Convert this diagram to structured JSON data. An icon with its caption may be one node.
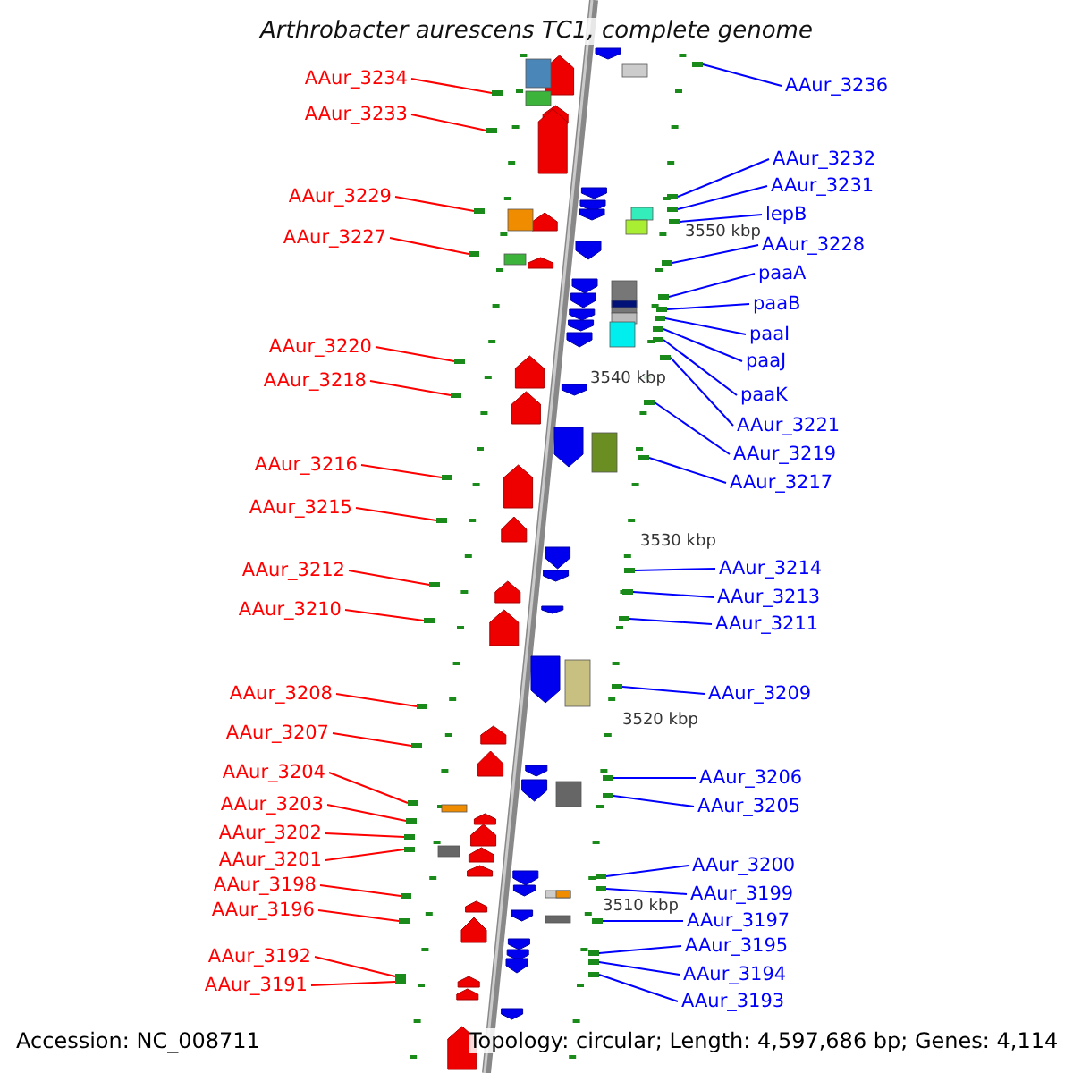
{
  "diagram": {
    "title": "Arthrobacter aurescens TC1, complete genome",
    "nodes": [
      {
        "text": [
          "AAur_3234"
        ]
      },
      {
        "text": [
          "AAur_3233"
        ]
      },
      {
        "text": [
          "AAur_3229"
        ]
      },
      {
        "text": [
          "AAur_3227"
        ]
      },
      {
        "text": [
          "AAur_3220"
        ]
      },
      {
        "text": [
          "AAur_3218"
        ]
      },
      {
        "text": [
          "AAur_3216"
        ]
      },
      {
        "text": [
          "AAur_3215"
        ]
      },
      {
        "text": [
          "AAur_3212"
        ]
      },
      {
        "text": [
          "AAur_3210"
        ]
      },
      {
        "text": [
          "AAur_3208"
        ]
      },
      {
        "text": [
          "AAur_3207"
        ]
      },
      {
        "text": [
          "AAur_3204"
        ]
      },
      {
        "text": [
          "AAur_3203"
        ]
      },
      {
        "text": [
          "AAur_3202"
        ]
      },
      {
        "text": [
          "AAur_3201"
        ]
      },
      {
        "text": [
          "AAur_3198"
        ]
      },
      {
        "text": [
          "AAur_3196"
        ]
      },
      {
        "text": [
          "AAur_3192"
        ]
      },
      {
        "text": [
          "AAur_3191"
        ]
      },
      {
        "text": [
          "AAur_3236"
        ]
      },
      {
        "text": [
          "AAur_3232"
        ]
      },
      {
        "text": [
          "AAur_3231"
        ]
      },
      {
        "text": [
          "lepB"
        ]
      },
      {
        "text": [
          "AAur_3228"
        ]
      },
      {
        "text": [
          "paaA"
        ]
      },
      {
        "text": [
          "paaB"
        ]
      },
      {
        "text": [
          "paaI"
        ]
      },
      {
        "text": [
          "paaJ"
        ]
      },
      {
        "text": [
          "paaK"
        ]
      },
      {
        "text": [
          "AAur_3221"
        ]
      },
      {
        "text": [
          "AAur_3219"
        ]
      },
      {
        "text": [
          "AAur_3217"
        ]
      },
      {
        "text": [
          "AAur_3214"
        ]
      },
      {
        "text": [
          "AAur_3213"
        ]
      },
      {
        "text": [
          "AAur_3211"
        ]
      },
      {
        "text": [
          "AAur_3209"
        ]
      },
      {
        "text": [
          "AAur_3206"
        ]
      },
      {
        "text": [
          "AAur_3205"
        ]
      },
      {
        "text": [
          "AAur_3200"
        ]
      },
      {
        "text": [
          "AAur_3199"
        ]
      },
      {
        "text": [
          "AAur_3197"
        ]
      },
      {
        "text": [
          "AAur_3195"
        ]
      },
      {
        "text": [
          "AAur_3194"
        ]
      },
      {
        "text": [
          "AAur_3193"
        ]
      },
      {
        "text": [],
        "shape": "bar"
      },
      {
        "text": [],
        "shape": "bar"
      },
      {
        "text": [],
        "shape": "bar"
      },
      {
        "text": [],
        "shape": "bar"
      },
      {
        "text": [],
        "shape": "bar"
      },
      {
        "text": [],
        "shape": "bar"
      },
      {
        "text": [],
        "shape": "bar"
      },
      {
        "text": [],
        "shape": "bar"
      },
      {
        "text": [],
        "shape": "bar"
      },
      {
        "text": [],
        "shape": "bar"
      },
      {
        "text": [],
        "shape": "bar"
      },
      {
        "text": [],
        "shape": "bar"
      },
      {
        "text": [],
        "shape": "bar"
      },
      {
        "text": [],
        "shape": "bar"
      },
      {
        "text": [],
        "shape": "bar"
      },
      {
        "text": [],
        "shape": "bar"
      },
      {
        "text": [],
        "shape": "bar"
      },
      {
        "text": [],
        "shape": "bar"
      },
      {
        "text": [],
        "shape": "bar"
      },
      {
        "text": [],
        "shape": "bar"
      },
      {
        "text": [],
        "shape": "bar"
      },
      {
        "text": [],
        "shape": "bar"
      },
      {
        "text": [],
        "shape": "bar"
      },
      {
        "text": [],
        "shape": "bar"
      },
      {
        "text": [],
        "shape": "bar"
      },
      {
        "text": [],
        "shape": "bar"
      },
      {
        "text": [],
        "shape": "bar"
      },
      {
        "text": [],
        "shape": "bar"
      },
      {
        "text": [],
        "shape": "bar"
      },
      {
        "text": [],
        "shape": "bar"
      },
      {
        "text": [],
        "shape": "bar"
      },
      {
        "text": [],
        "shape": "bar"
      },
      {
        "text": [],
        "shape": "bar"
      },
      {
        "text": [],
        "shape": "bar"
      },
      {
        "text": [],
        "shape": "bar"
      },
      {
        "text": [],
        "shape": "bar"
      },
      {
        "text": [],
        "shape": "bar"
      },
      {
        "text": [],
        "shape": "bar"
      },
      {
        "text": [],
        "shape": "bar"
      },
      {
        "text": [],
        "shape": "bar"
      },
      {
        "text": [],
        "shape": "bar"
      },
      {
        "text": [],
        "shape": "bar"
      },
      {
        "text": [],
        "shape": "bar"
      },
      {
        "text": [],
        "shape": "bar"
      },
      {
        "text": [],
        "shape": "bar"
      }
    ],
    "edges": [
      {
        "from": 0,
        "to": 45,
        "arrow": "none",
        "color": "#ff0000"
      },
      {
        "from": 1,
        "to": 46,
        "arrow": "none",
        "color": "#ff0000"
      },
      {
        "from": 2,
        "to": 47,
        "arrow": "none",
        "color": "#ff0000"
      },
      {
        "from": 3,
        "to": 48,
        "arrow": "none",
        "color": "#ff0000"
      },
      {
        "from": 4,
        "to": 49,
        "arrow": "none",
        "color": "#ff0000"
      },
      {
        "from": 5,
        "to": 50,
        "arrow": "none",
        "color": "#ff0000"
      },
      {
        "from": 6,
        "to": 51,
        "arrow": "none",
        "color": "#ff0000"
      },
      {
        "from": 7,
        "to": 52,
        "arrow": "none",
        "color": "#ff0000"
      },
      {
        "from": 8,
        "to": 53,
        "arrow": "none",
        "color": "#ff0000"
      },
      {
        "from": 9,
        "to": 54,
        "arrow": "none",
        "color": "#ff0000"
      },
      {
        "from": 10,
        "to": 55,
        "arrow": "none",
        "color": "#ff0000"
      },
      {
        "from": 11,
        "to": 56,
        "arrow": "none",
        "color": "#ff0000"
      },
      {
        "from": 12,
        "to": 57,
        "arrow": "none",
        "color": "#ff0000"
      },
      {
        "from": 13,
        "to": 58,
        "arrow": "none",
        "color": "#ff0000"
      },
      {
        "from": 14,
        "to": 59,
        "arrow": "none",
        "color": "#ff0000"
      },
      {
        "from": 15,
        "to": 60,
        "arrow": "none",
        "color": "#ff0000"
      },
      {
        "from": 16,
        "to": 61,
        "arrow": "none",
        "color": "#ff0000"
      },
      {
        "from": 17,
        "to": 62,
        "arrow": "none",
        "color": "#ff0000"
      },
      {
        "from": 18,
        "to": 63,
        "arrow": "none",
        "color": "#ff0000"
      },
      {
        "from": 19,
        "to": 64,
        "arrow": "none",
        "color": "#ff0000"
      },
      {
        "from": 20,
        "to": 65,
        "arrow": "none",
        "color": "#0000ff"
      },
      {
        "from": 21,
        "to": 66,
        "arrow": "none",
        "color": "#0000ff"
      },
      {
        "from": 22,
        "to": 67,
        "arrow": "none",
        "color": "#0000ff"
      },
      {
        "from": 23,
        "to": 68,
        "arrow": "none",
        "color": "#0000ff"
      },
      {
        "from": 24,
        "to": 69,
        "arrow": "none",
        "color": "#0000ff"
      },
      {
        "from": 25,
        "to": 70,
        "arrow": "none",
        "color": "#0000ff"
      },
      {
        "from": 26,
        "to": 71,
        "arrow": "none",
        "color": "#0000ff"
      },
      {
        "from": 27,
        "to": 72,
        "arrow": "none",
        "color": "#0000ff"
      },
      {
        "from": 28,
        "to": 73,
        "arrow": "none",
        "color": "#0000ff"
      },
      {
        "from": 29,
        "to": 74,
        "arrow": "none",
        "color": "#0000ff"
      },
      {
        "from": 30,
        "to": 75,
        "arrow": "none",
        "color": "#0000ff"
      },
      {
        "from": 31,
        "to": 76,
        "arrow": "none",
        "color": "#0000ff"
      },
      {
        "from": 32,
        "to": 77,
        "arrow": "none",
        "color": "#0000ff"
      },
      {
        "from": 33,
        "to": 78,
        "arrow": "none",
        "color": "#0000ff"
      },
      {
        "from": 34,
        "to": 79,
        "arrow": "none",
        "color": "#0000ff"
      },
      {
        "from": 35,
        "to": 80,
        "arrow": "none",
        "color": "#0000ff"
      },
      {
        "from": 36,
        "to": 81,
        "arrow": "none",
        "color": "#0000ff"
      },
      {
        "from": 37,
        "to": 82,
        "arrow": "none",
        "color": "#0000ff"
      },
      {
        "from": 38,
        "to": 83,
        "arrow": "none",
        "color": "#0000ff"
      },
      {
        "from": 39,
        "to": 84,
        "arrow": "none",
        "color": "#0000ff"
      },
      {
        "from": 40,
        "to": 85,
        "arrow": "none",
        "color": "#0000ff"
      },
      {
        "from": 41,
        "to": 86,
        "arrow": "none",
        "color": "#0000ff"
      },
      {
        "from": 42,
        "to": 87,
        "arrow": "none",
        "color": "#0000ff"
      },
      {
        "from": 43,
        "to": 88,
        "arrow": "none",
        "color": "#0000ff"
      },
      {
        "from": 44,
        "to": 89,
        "arrow": "none",
        "color": "#0000ff"
      }
    ],
    "labels": [
      "3550 kbp",
      "3540 kbp",
      "3530 kbp",
      "3520 kbp",
      "3510 kbp",
      "Accession: NC_008711",
      "Topology: circular; Length: 4,597,686 bp; Genes: 4,114"
    ]
  }
}
